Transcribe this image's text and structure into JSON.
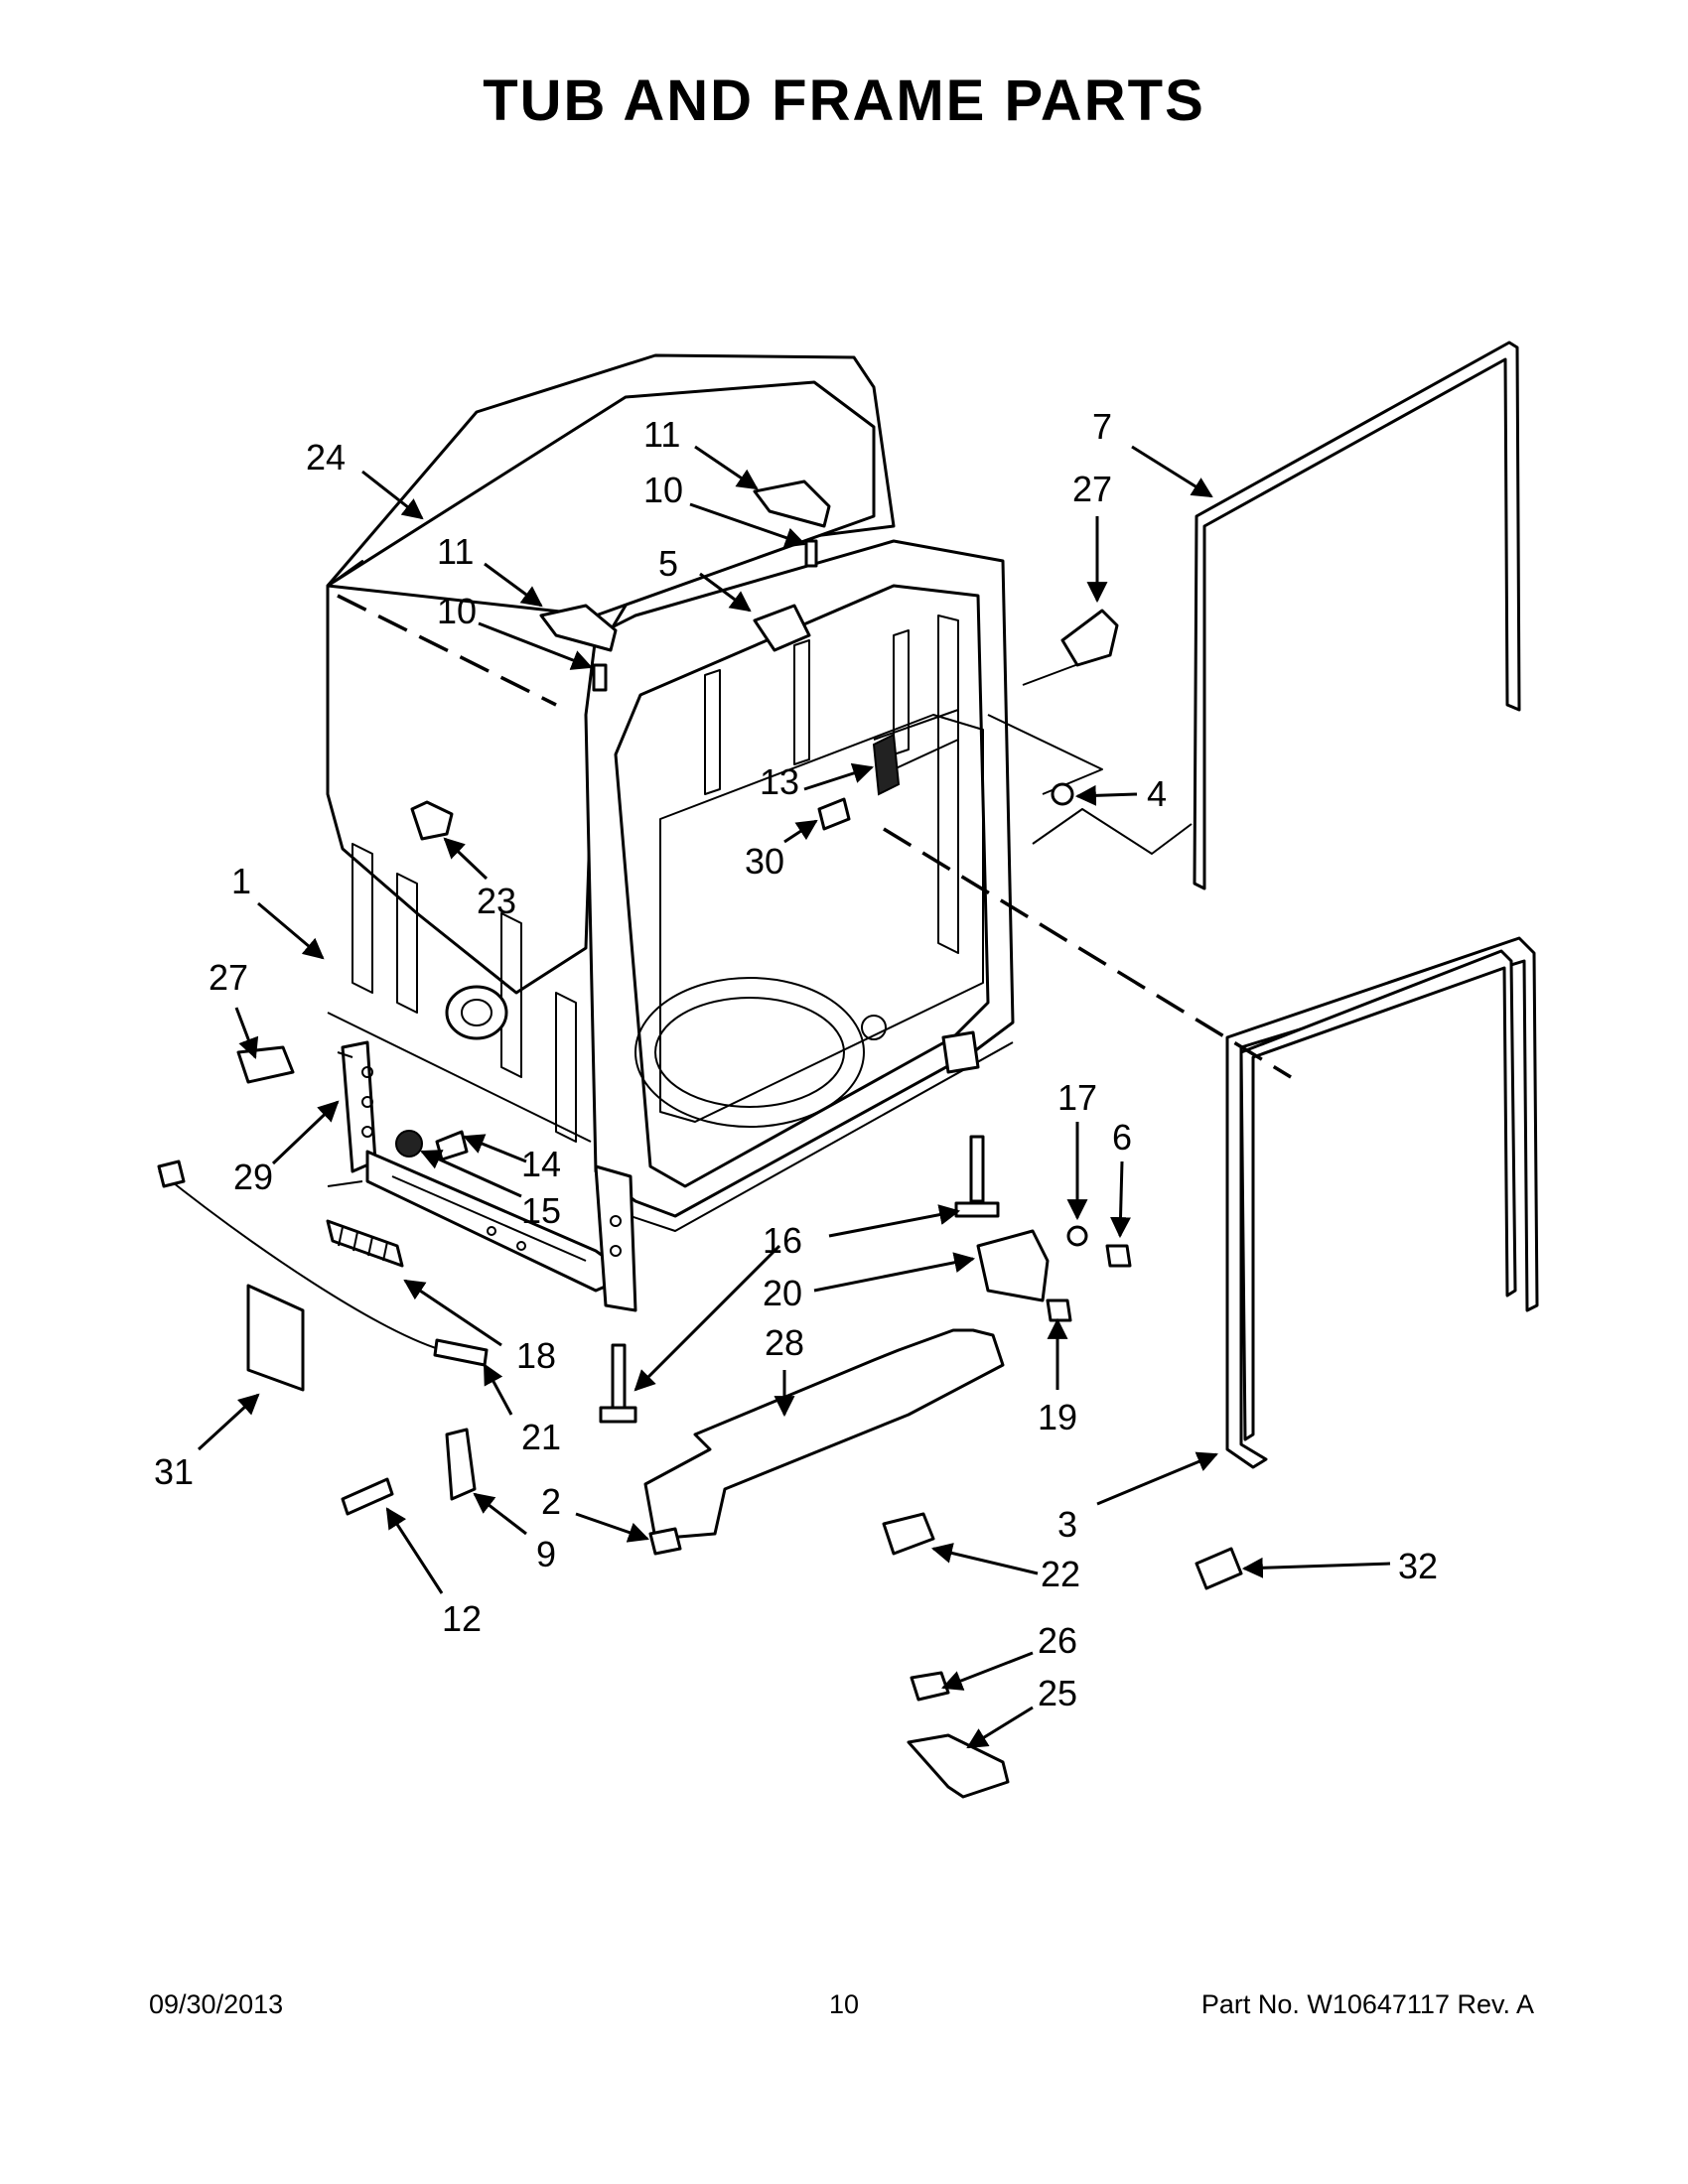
{
  "title": "TUB AND FRAME PARTS",
  "footer": {
    "date": "09/30/2013",
    "page": "10",
    "part_number": "Part No.  W10647117  Rev.  A"
  },
  "callouts": [
    {
      "id": "c24",
      "label": "24"
    },
    {
      "id": "c11a",
      "label": "11"
    },
    {
      "id": "c10a",
      "label": "10"
    },
    {
      "id": "c11b",
      "label": "11"
    },
    {
      "id": "c10b",
      "label": "10"
    },
    {
      "id": "c5",
      "label": "5"
    },
    {
      "id": "c7",
      "label": "7"
    },
    {
      "id": "c27a",
      "label": "27"
    },
    {
      "id": "c4",
      "label": "4"
    },
    {
      "id": "c13",
      "label": "13"
    },
    {
      "id": "c30",
      "label": "30"
    },
    {
      "id": "c23",
      "label": "23"
    },
    {
      "id": "c1",
      "label": "1"
    },
    {
      "id": "c27b",
      "label": "27"
    },
    {
      "id": "c29",
      "label": "29"
    },
    {
      "id": "c14",
      "label": "14"
    },
    {
      "id": "c15",
      "label": "15"
    },
    {
      "id": "c17",
      "label": "17"
    },
    {
      "id": "c6",
      "label": "6"
    },
    {
      "id": "c16",
      "label": "16"
    },
    {
      "id": "c20",
      "label": "20"
    },
    {
      "id": "c28",
      "label": "28"
    },
    {
      "id": "c19",
      "label": "19"
    },
    {
      "id": "c18",
      "label": "18"
    },
    {
      "id": "c21",
      "label": "21"
    },
    {
      "id": "c31",
      "label": "31"
    },
    {
      "id": "c2",
      "label": "2"
    },
    {
      "id": "c9",
      "label": "9"
    },
    {
      "id": "c12",
      "label": "12"
    },
    {
      "id": "c3",
      "label": "3"
    },
    {
      "id": "c22",
      "label": "22"
    },
    {
      "id": "c32",
      "label": "32"
    },
    {
      "id": "c26",
      "label": "26"
    },
    {
      "id": "c25",
      "label": "25"
    }
  ]
}
